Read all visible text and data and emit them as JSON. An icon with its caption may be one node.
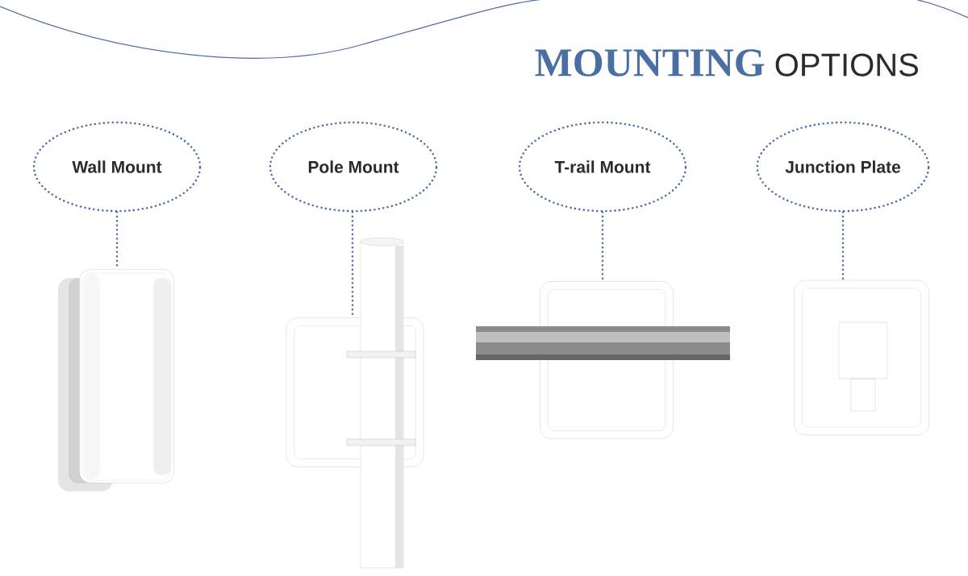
{
  "diagram": {
    "title": "**MOUNTING** OPTIONS",
    "nodes": [
      {
        "text": [
          "Wall Mount"
        ]
      },
      {
        "text": [
          "Pole Mount"
        ]
      },
      {
        "text": [
          "T-rail Mount"
        ]
      },
      {
        "text": [
          "Junction Plate"
        ]
      },
      {
        "text": [],
        "shape": "picture"
      },
      {
        "text": [],
        "shape": "picture"
      },
      {
        "text": [],
        "shape": "picture"
      },
      {
        "text": [],
        "shape": "picture"
      }
    ],
    "edges": [
      {
        "from": 0,
        "to": 4,
        "arrow": "none"
      },
      {
        "from": 1,
        "to": 5,
        "arrow": "none"
      },
      {
        "from": 2,
        "to": 6,
        "arrow": "none"
      },
      {
        "from": 3,
        "to": 7,
        "arrow": "none"
      }
    ]
  }
}
